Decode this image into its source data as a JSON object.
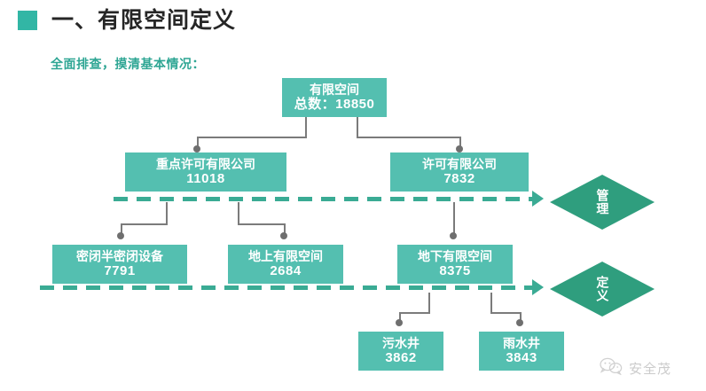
{
  "header": {
    "bullet_color": "#32b6a5",
    "title": "一、有限空间定义"
  },
  "subtitle": "全面排查，摸清基本情况：",
  "theme": {
    "node_fill": "#54bfb0",
    "diamond_fill": "#2f9e7e",
    "dash_color": "#3aab94",
    "connector_color": "#7b7b7b",
    "node_text": "#ffffff"
  },
  "diagram": {
    "type": "tree",
    "nodes": [
      {
        "id": "root",
        "label": "有限空间",
        "value": "总数：18850"
      },
      {
        "id": "key-lic",
        "label": "重点许可有限公司",
        "value": "11018"
      },
      {
        "id": "lic",
        "label": "许可有限公司",
        "value": "7832"
      },
      {
        "id": "sealed",
        "label": "密闭半密闭设备",
        "value": "7791"
      },
      {
        "id": "above",
        "label": "地上有限空间",
        "value": "2684"
      },
      {
        "id": "below",
        "label": "地下有限空间",
        "value": "8375"
      },
      {
        "id": "sewage",
        "label": "污水井",
        "value": "3862"
      },
      {
        "id": "rain",
        "label": "雨水井",
        "value": "3843"
      }
    ],
    "edges": [
      {
        "from": "root",
        "to": "key-lic"
      },
      {
        "from": "root",
        "to": "lic"
      },
      {
        "from": "key-lic",
        "to": "sealed"
      },
      {
        "from": "key-lic",
        "to": "above"
      },
      {
        "from": "lic",
        "to": "below"
      },
      {
        "from": "below",
        "to": "sewage"
      },
      {
        "from": "below",
        "to": "rain"
      }
    ],
    "diamonds": [
      {
        "id": "manage",
        "label": "管理"
      },
      {
        "id": "define",
        "label": "定义"
      }
    ]
  },
  "watermark": {
    "icon": "wechat-icon",
    "text": "安全茂"
  }
}
